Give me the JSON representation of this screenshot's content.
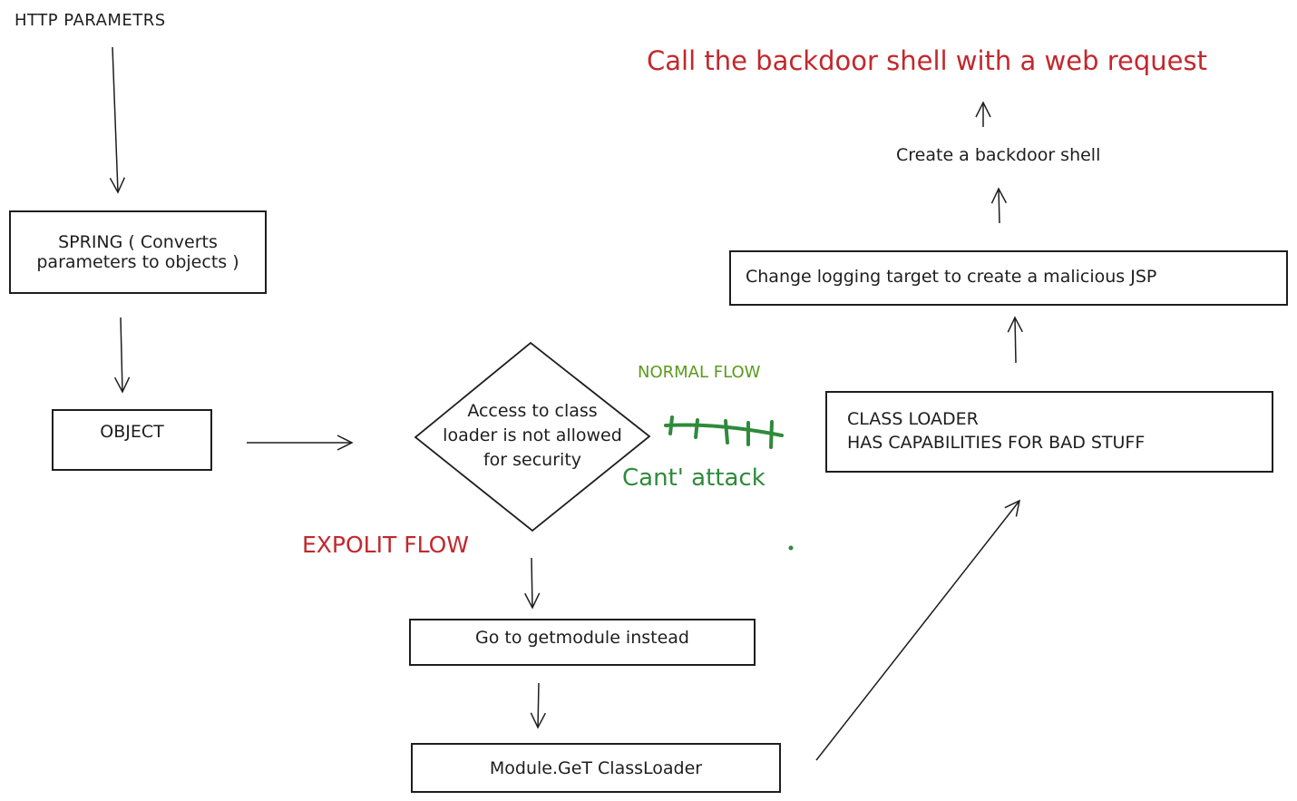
{
  "diagram": {
    "nodes": {
      "http_params": "HTTP PARAMETRS",
      "spring": [
        "SPRING ( Converts",
        "parameters to objects )"
      ],
      "object": "OBJECT",
      "access_check": [
        "Access to class",
        "loader is not allowed",
        "for security"
      ],
      "normal_flow": "NORMAL FLOW",
      "cant_attack": "Cant' attack",
      "exploit_flow": "EXPOLIT FLOW",
      "getmodule": "Go to getmodule instead",
      "module_getclassloader": "Module.GeT ClassLoader",
      "class_loader": [
        "CLASS LOADER",
        "HAS CAPABILITIES FOR BAD STUFF"
      ],
      "change_logging": "Change logging target to create a malicious JSP",
      "create_backdoor": "Create a backdoor shell",
      "call_backdoor": "Call the backdoor shell with a web request"
    },
    "colors": {
      "ink": "#1e1e1e",
      "exploit_red": "#c2282d",
      "blocked_green": "#2f8a3b",
      "normal_flow_green": "#5a9a1c"
    },
    "edges": [
      {
        "from": "http_params",
        "to": "spring"
      },
      {
        "from": "spring",
        "to": "object"
      },
      {
        "from": "object",
        "to": "access_check"
      },
      {
        "from": "access_check",
        "to": "class_loader",
        "style": "blocked"
      },
      {
        "from": "access_check",
        "to": "getmodule"
      },
      {
        "from": "getmodule",
        "to": "module_getclassloader"
      },
      {
        "from": "module_getclassloader",
        "to": "class_loader"
      },
      {
        "from": "class_loader",
        "to": "change_logging"
      },
      {
        "from": "change_logging",
        "to": "create_backdoor"
      },
      {
        "from": "create_backdoor",
        "to": "call_backdoor"
      }
    ]
  }
}
